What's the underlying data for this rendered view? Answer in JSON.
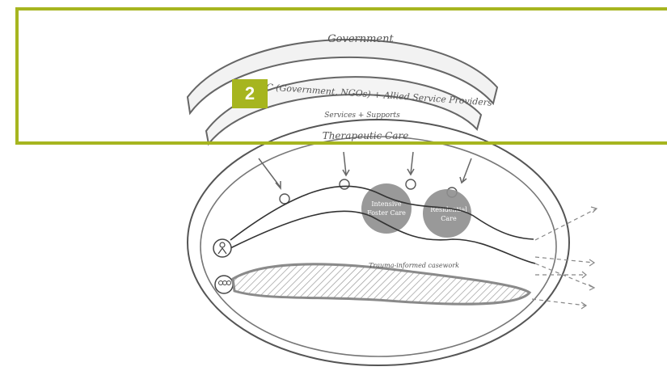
{
  "step_badge": "2",
  "arcs": {
    "government": "Government",
    "oohc": "OOHC (Government, NGOs) + Allied Service Providers",
    "services": "Services + Supports",
    "therapeutic": "Therapeutic Care"
  },
  "circles": {
    "intensive_foster_care": [
      "Intensive",
      "Foster Care"
    ],
    "residential_care": [
      "Residential",
      "Care"
    ]
  },
  "casework_label": "Trauma-informed casework",
  "colors": {
    "highlight": "#a6b51f",
    "sketch_line": "#444444",
    "circle_fill": "#8e8e8e"
  }
}
